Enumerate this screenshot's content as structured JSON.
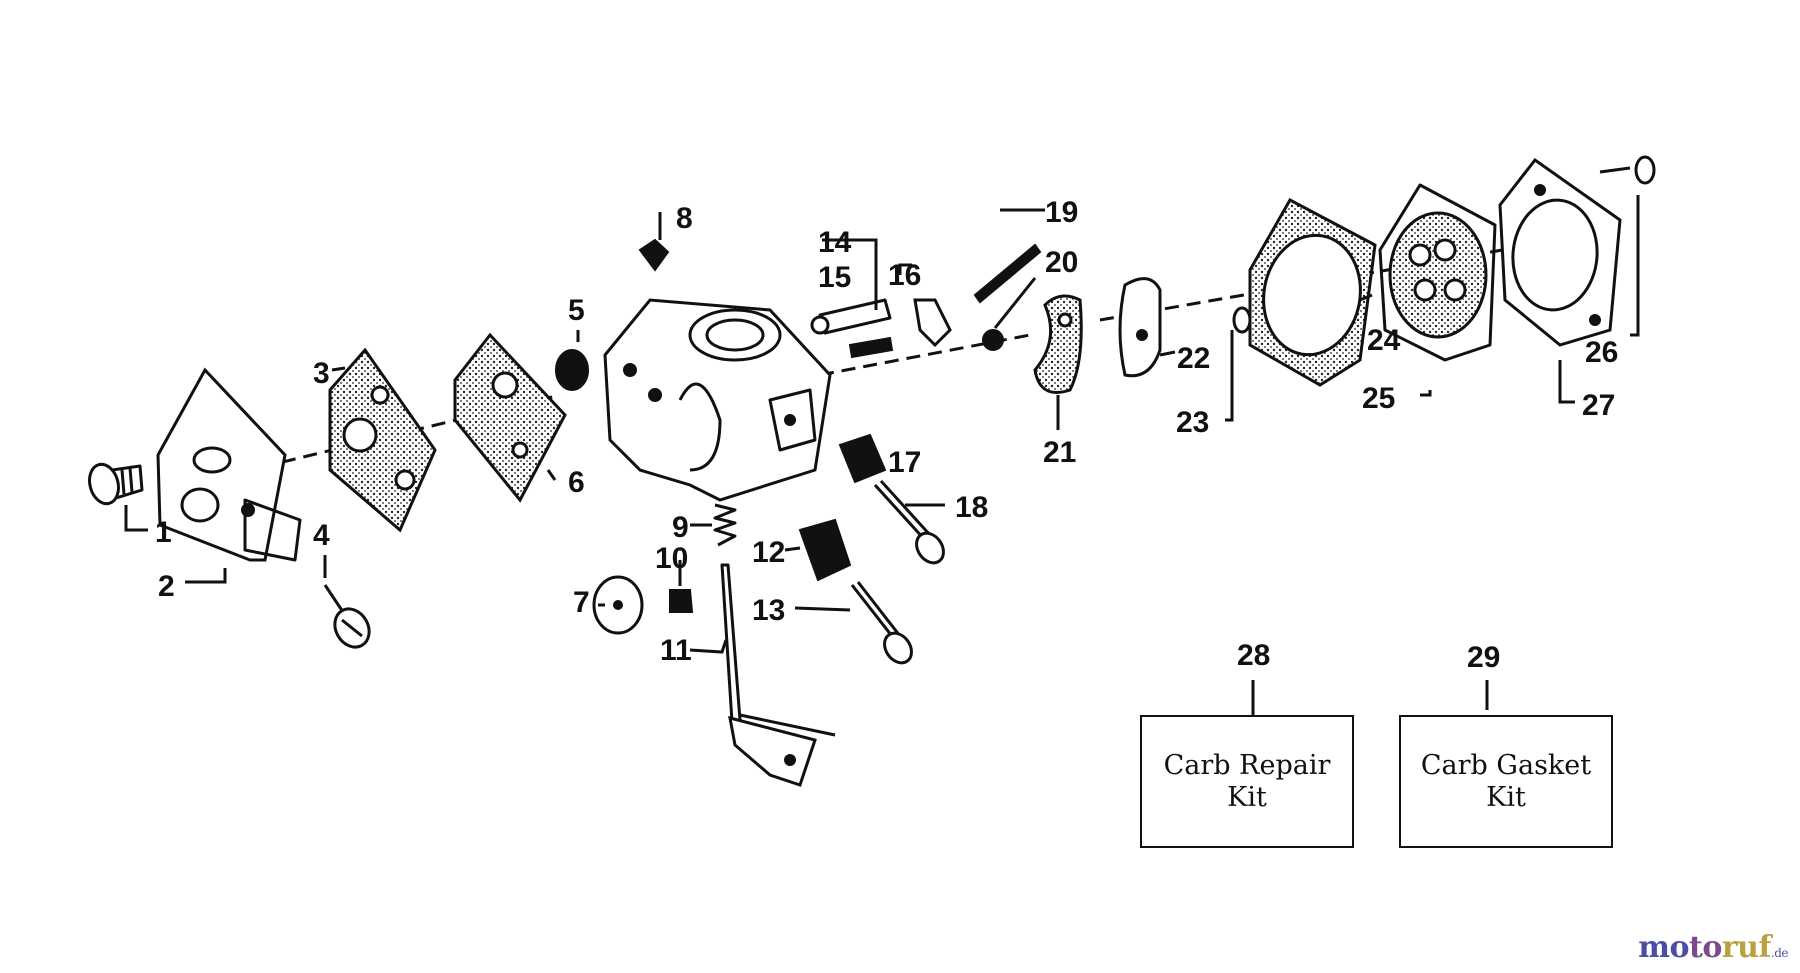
{
  "diagram": {
    "part_numbers": [
      "1",
      "2",
      "3",
      "4",
      "5",
      "6",
      "7",
      "8",
      "9",
      "10",
      "11",
      "12",
      "13",
      "14",
      "15",
      "16",
      "17",
      "18",
      "19",
      "20",
      "21",
      "22",
      "23",
      "24",
      "25",
      "26",
      "27",
      "28",
      "29"
    ]
  },
  "kits": [
    {
      "number": "28",
      "line1": "Carb Repair",
      "line2": "Kit"
    },
    {
      "number": "29",
      "line1": "Carb Gasket",
      "line2": "Kit"
    }
  ],
  "watermark": {
    "part1": "mo",
    "part2": "to",
    "part3": "ruf",
    "suffix": ".de"
  }
}
